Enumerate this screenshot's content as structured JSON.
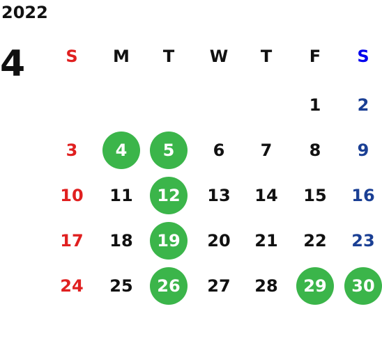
{
  "calendar": {
    "year": "2022",
    "month": "4",
    "weekdays": [
      "S",
      "M",
      "T",
      "W",
      "T",
      "F",
      "S"
    ],
    "colors": {
      "default": "#111111",
      "sunday": "#e02020",
      "saturday": "#1a3f94",
      "saturday_header": "#0000ee",
      "highlight": "#3bb54a",
      "highlight_text": "#ffffff"
    },
    "days": [
      {
        "day": "1",
        "highlighted": false
      },
      {
        "day": "2",
        "highlighted": false
      },
      {
        "day": "3",
        "highlighted": false
      },
      {
        "day": "4",
        "highlighted": true
      },
      {
        "day": "5",
        "highlighted": true
      },
      {
        "day": "6",
        "highlighted": false
      },
      {
        "day": "7",
        "highlighted": false
      },
      {
        "day": "8",
        "highlighted": false
      },
      {
        "day": "9",
        "highlighted": false
      },
      {
        "day": "10",
        "highlighted": false
      },
      {
        "day": "11",
        "highlighted": false
      },
      {
        "day": "12",
        "highlighted": true
      },
      {
        "day": "13",
        "highlighted": false
      },
      {
        "day": "14",
        "highlighted": false
      },
      {
        "day": "15",
        "highlighted": false
      },
      {
        "day": "16",
        "highlighted": false
      },
      {
        "day": "17",
        "highlighted": false
      },
      {
        "day": "18",
        "highlighted": false
      },
      {
        "day": "19",
        "highlighted": true
      },
      {
        "day": "20",
        "highlighted": false
      },
      {
        "day": "21",
        "highlighted": false
      },
      {
        "day": "22",
        "highlighted": false
      },
      {
        "day": "23",
        "highlighted": false
      },
      {
        "day": "24",
        "highlighted": false
      },
      {
        "day": "25",
        "highlighted": false
      },
      {
        "day": "26",
        "highlighted": true
      },
      {
        "day": "27",
        "highlighted": false
      },
      {
        "day": "28",
        "highlighted": false
      },
      {
        "day": "29",
        "highlighted": true
      },
      {
        "day": "30",
        "highlighted": true
      }
    ]
  }
}
